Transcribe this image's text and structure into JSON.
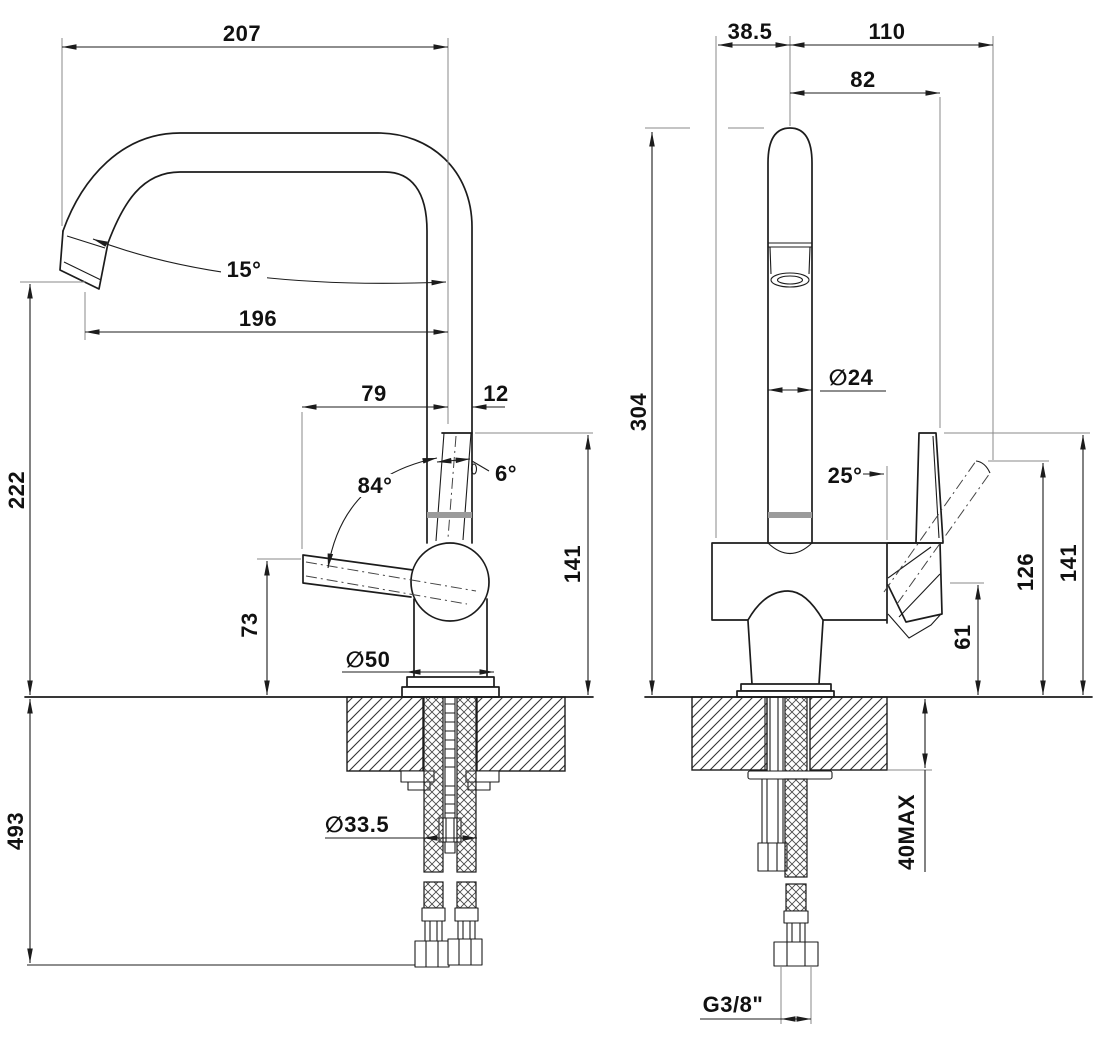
{
  "drawing": {
    "type": "faucet-installation-technical-drawing",
    "colors": {
      "background": "#ffffff",
      "line": "#1c1c1c",
      "extension": "#8a8a8a",
      "joint_band": "#9b9b9b"
    },
    "views": {
      "front": {
        "dims": {
          "reach_top": "207",
          "spout_angle": "15°",
          "reach_outlet": "196",
          "outlet_height": "222",
          "lever_reach": "79",
          "lever_offset": "12",
          "lever_arc": "84°",
          "lever_tilt": "6°",
          "body_height": "141",
          "lever_tip_height": "73",
          "base_diameter": "∅50",
          "under_counter_length": "493",
          "hole_diameter": "∅33.5"
        }
      },
      "side": {
        "dims": {
          "depth_front": "38.5",
          "depth_back": "110",
          "handle_reach": "82",
          "spout_height": "304",
          "tube_diameter": "∅24",
          "handle_open_angle": "25°",
          "handle_top_height": "141",
          "handle_open_height": "126",
          "handle_bottom_height": "61",
          "max_counter_thickness": "40MAX",
          "supply_thread": "G3/8\""
        }
      }
    }
  }
}
